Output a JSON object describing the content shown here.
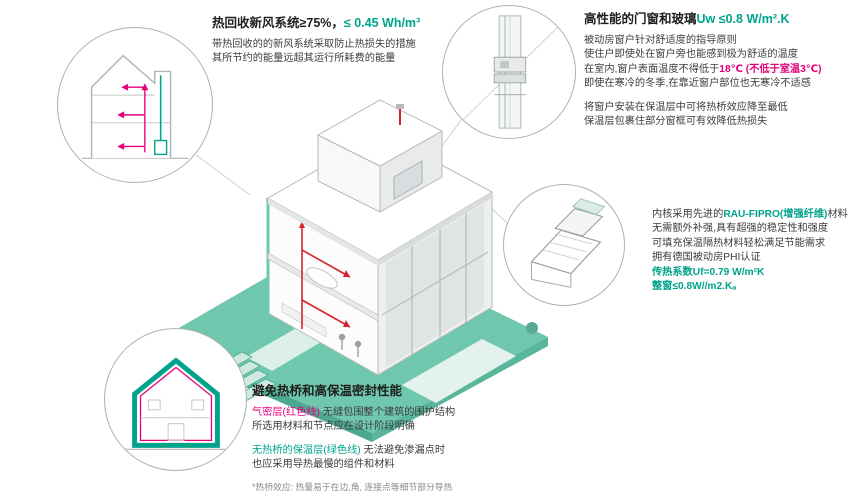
{
  "colors": {
    "teal_accent": "#00a38c",
    "red_text": "#e5007d",
    "red_duct": "#d8232a",
    "ground_teal": "#6fc7ae"
  },
  "ventilation": {
    "title_main": "热回收新风系统≥75%，",
    "title_accent": "≤ 0.45 Wh/m³",
    "line1": "带热回收的的新风系统采取防止热损失的措施",
    "line2": "其所节约的能量远超其运行所耗费的能量"
  },
  "windows": {
    "title_main": "高性能的门窗和玻璃",
    "title_accent": "Uw ≤0.8 W/m².K",
    "line1": "被动房窗户针对舒适度的指导原则",
    "line2": "使住户即使处在窗户旁也能感到极为舒适的温度",
    "line3_pre": "在室内,窗户表面温度不得低于",
    "line3_red": "18℃ (不低于室温3℃)",
    "line4": "即使在寒冷的冬季,在靠近窗户部位也无寒冷不适感",
    "line5": "将窗户安装在保温层中可将热桥效应降至最低",
    "line6": "保温层包裹住部分窗框可有效降低热损失"
  },
  "profile": {
    "line1_pre": "内核采用先进的",
    "line1_green": "RAU-FIPRO(增强纤维)",
    "line1_post": "材料",
    "line2": "无需额外补强,具有超强的稳定性和强度",
    "line3": "可填充保温隔热材料轻松满足节能需求",
    "line4": "拥有德国被动房PHI认证",
    "line5": "传热系数Uf=0.79 W/m²K",
    "line6": "整窗≤0.8W//m2.K。"
  },
  "thermal": {
    "title": "避免热桥和高保温密封性能",
    "line1_red": "气密层(红色线)",
    "line1_rest": " 无缝包围整个建筑的围护结构",
    "line2": "所选用材料和节点应在设计阶段明确",
    "line3_green": "无热桥的保温层(绿色线)",
    "line3_rest": " 无法避免渗漏点时",
    "line4": "也应采用导热最慢的组件和材料",
    "footnote": "*热桥效应: 热量易于在边,角, 连接点等细节部分导热"
  }
}
